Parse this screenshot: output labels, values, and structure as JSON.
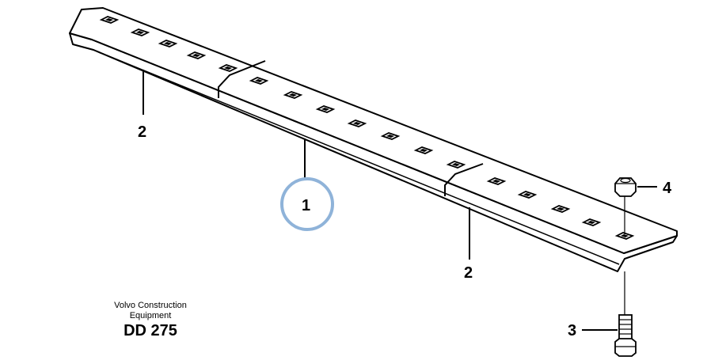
{
  "diagram": {
    "callouts": [
      {
        "label": "1"
      },
      {
        "label": "2"
      },
      {
        "label": "2"
      },
      {
        "label": "3"
      },
      {
        "label": "4"
      }
    ],
    "highlight_color": "#8fb3d9"
  },
  "caption": {
    "company_line1": "Volvo Construction",
    "company_line2": "Equipment",
    "code": "DD 275"
  }
}
